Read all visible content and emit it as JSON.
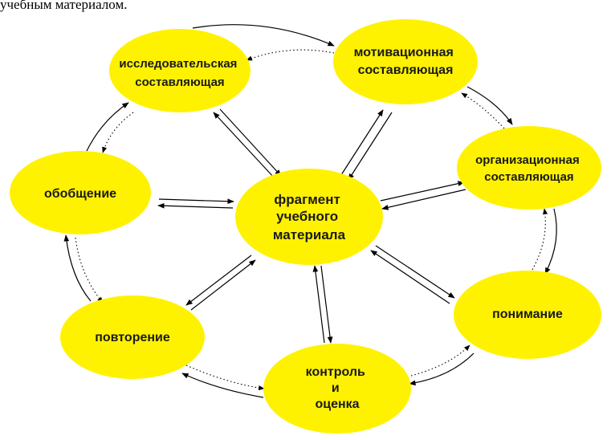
{
  "caption": "учебным материалом.",
  "colors": {
    "node_fill": "#fff200",
    "arrow": "#000000"
  },
  "nodes": {
    "center": [
      "фрагмент",
      "учебного",
      "материала"
    ],
    "research": [
      "исследовательская",
      "составляющая"
    ],
    "motivation": [
      "мотивационная",
      "составляющая"
    ],
    "organization": [
      "организационная",
      "составляющая"
    ],
    "understanding": [
      "понимание"
    ],
    "control": [
      "контроль",
      "и",
      "оценка"
    ],
    "repetition": [
      "повторение"
    ],
    "generalization": [
      "обобщение"
    ]
  }
}
